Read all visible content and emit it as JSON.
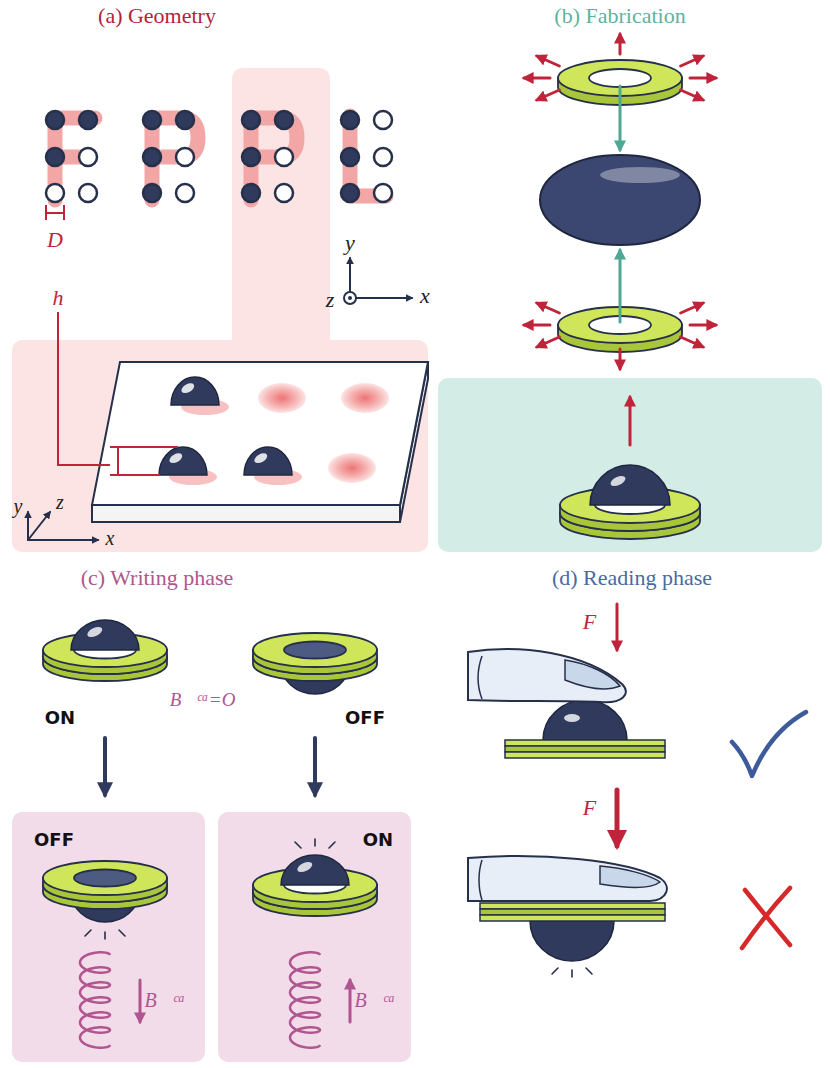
{
  "diagram": {
    "nodes": [
      {
        "text": [
          "OFF",
          "B⃗ᶜᵃ"
        ]
      },
      {
        "text": [
          "ON",
          "B⃗ᶜᵃ"
        ]
      }
    ],
    "labels": [
      "(a) Geometry",
      "(b) Fabrication",
      "D",
      "h",
      "y",
      "z",
      "x",
      "y",
      "z",
      "x",
      "(c) Writing phase",
      "(d) Reading phase",
      "ON",
      "B⃗ᶜᵃ=O⃗",
      "OFF",
      "F⃗",
      "F⃗"
    ]
  }
}
